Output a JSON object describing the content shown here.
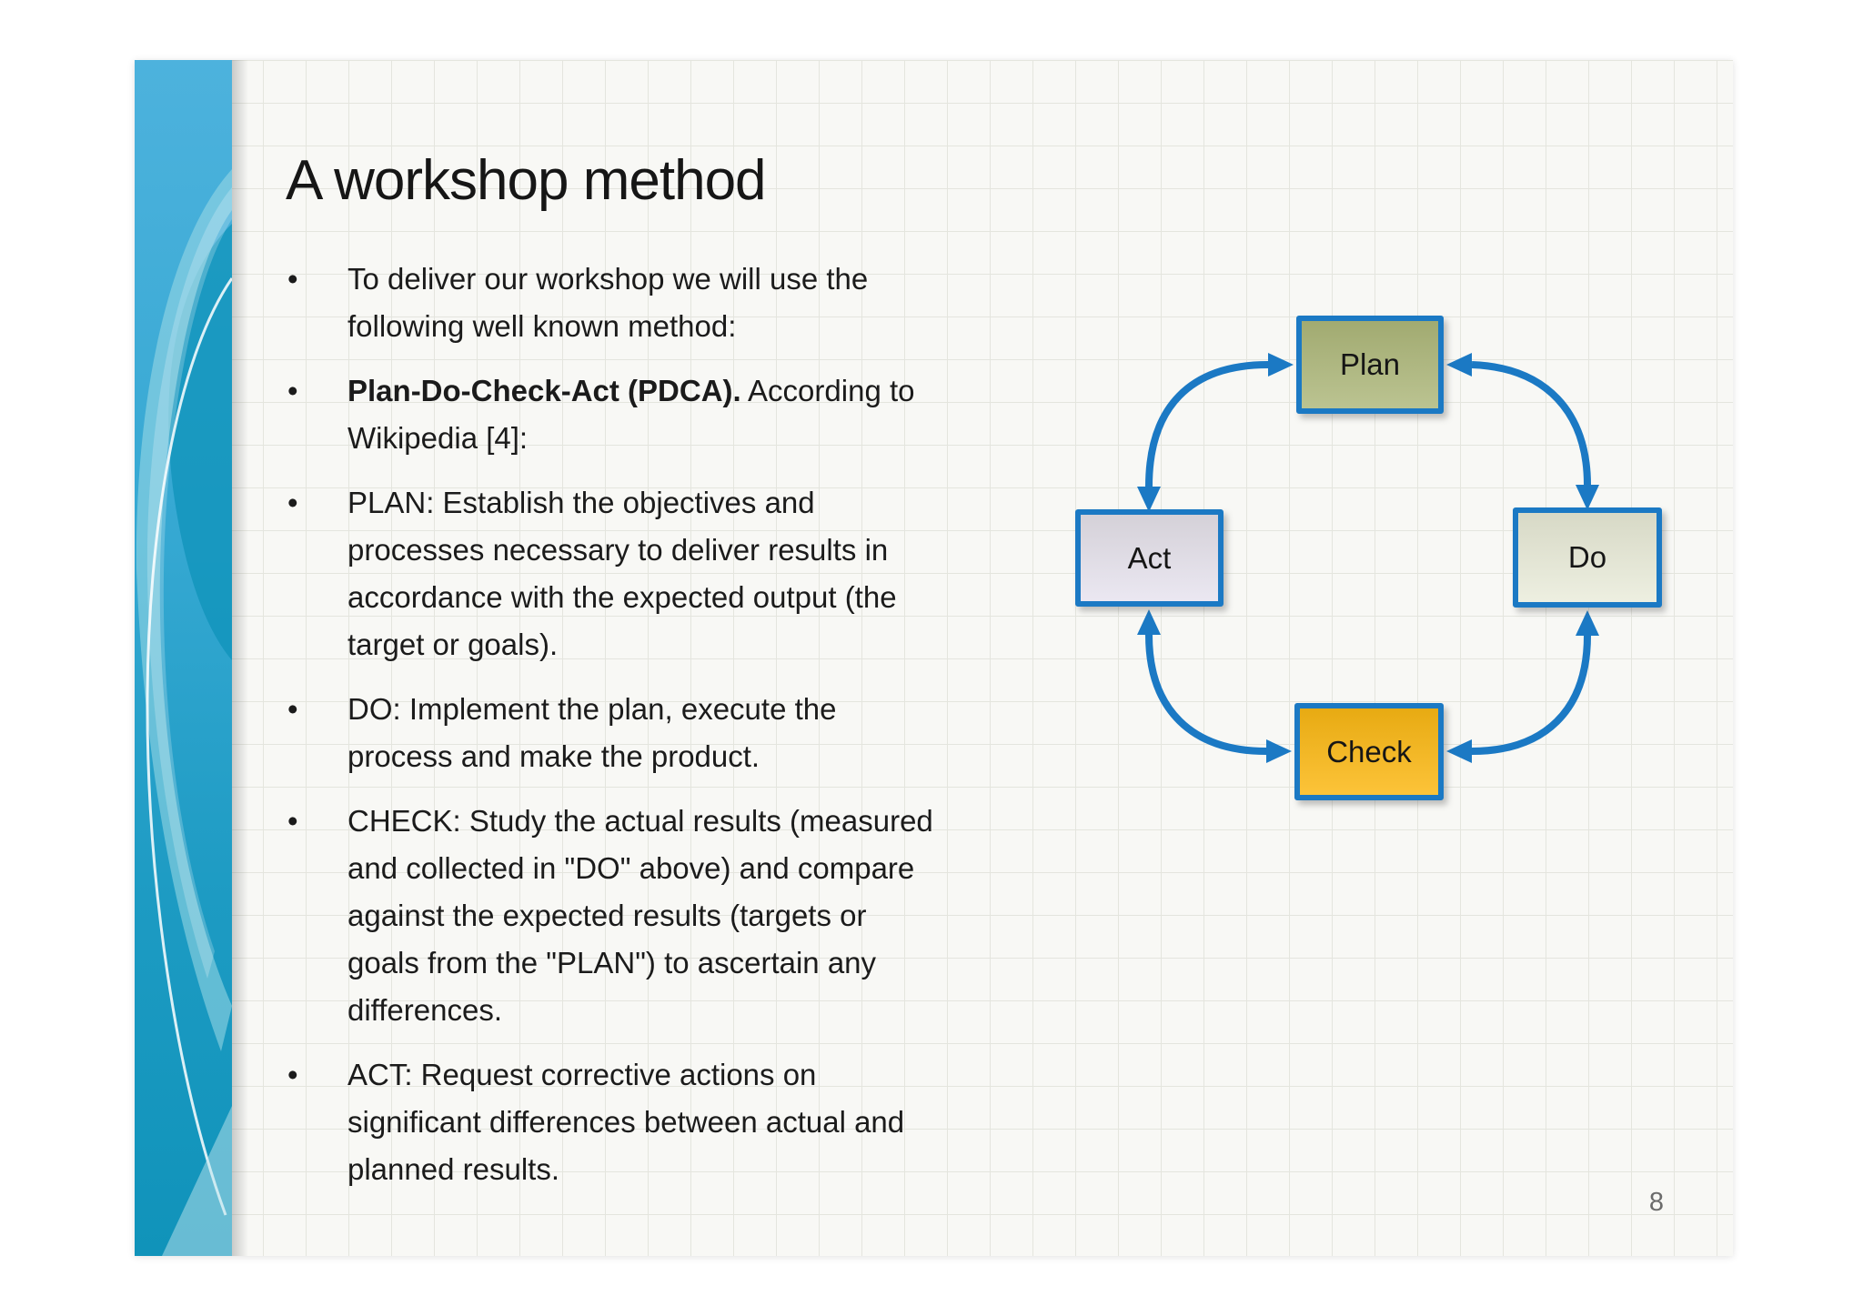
{
  "slide": {
    "title": "A workshop method",
    "page_number": "8",
    "bullet_char": "•",
    "bullets": [
      {
        "text": "To deliver our workshop we will use the\nfollowing well known method:"
      },
      {
        "bold": "Plan-Do-Check-Act (PDCA).",
        "text": " According to\nWikipedia [4]:"
      },
      {
        "text": "PLAN: Establish the objectives and\nprocesses necessary to deliver results in\naccordance with the expected output (the\ntarget or goals)."
      },
      {
        "text": "DO: Implement the plan, execute the\nprocess and make the product."
      },
      {
        "text": "CHECK: Study the actual results (measured\nand collected in \"DO\" above) and compare\nagainst the expected results (targets or\ngoals from the \"PLAN\") to ascertain any\ndifferences."
      },
      {
        "text": "ACT: Request corrective actions on\nsignificant differences between actual and\nplanned results."
      }
    ]
  },
  "diagram": {
    "nodes": [
      {
        "id": "plan",
        "label": "Plan",
        "fill": "#aeb87c"
      },
      {
        "id": "do",
        "label": "Do",
        "fill": "#eaecdb"
      },
      {
        "id": "check",
        "label": "Check",
        "fill": "#fcb813"
      },
      {
        "id": "act",
        "label": "Act",
        "fill": "#e7e3ef"
      }
    ],
    "arrows": [
      {
        "from": "act",
        "to": "plan",
        "double_headed": true
      },
      {
        "from": "plan",
        "to": "do",
        "double_headed": true
      },
      {
        "from": "do",
        "to": "check",
        "double_headed": true
      },
      {
        "from": "check",
        "to": "act",
        "double_headed": true
      }
    ]
  },
  "theme": {
    "accent-blue": "#1b79c4",
    "paper-bg": "#f8f8f5",
    "grid-line": "#e4e5de",
    "band-top": "#4db2dd",
    "band-bottom": "#1093ba",
    "title-color": "#161616",
    "body-color": "#1b1b1b",
    "page-number-color": "#6b6b6b"
  }
}
